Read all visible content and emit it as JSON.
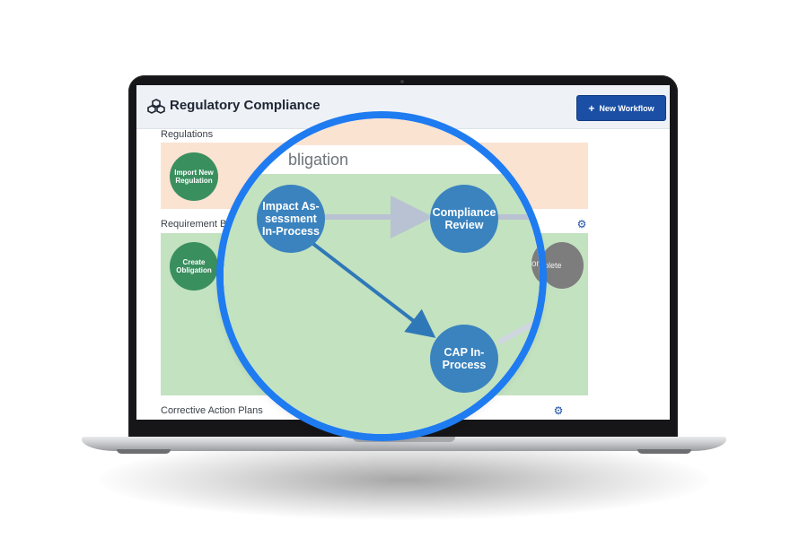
{
  "app": {
    "title": "Regulatory Compliance",
    "new_workflow_label": "New Workflow"
  },
  "sections": {
    "regulations": "Regulations",
    "requirement": "Requirement Bre",
    "corrective": "Corrective Action Plans"
  },
  "nodes": {
    "import_regulation": "Import New Regulation",
    "create_obligation": "Create Obligation",
    "complete_partial": "plete"
  },
  "magnifier": {
    "lane_title": "bligation",
    "impact": "Impact As-sessment In-Process",
    "compliance_review": "Compliance Review",
    "cap": "CAP In-Process",
    "complete_partial": "omplete"
  },
  "colors": {
    "accent": "#1a4fa5",
    "ring": "#1f7bf0",
    "node_blue": "#3a83bf",
    "node_green": "#3a8f5f",
    "lane_green": "#c3e2c0",
    "lane_orange": "#fbe3d2"
  },
  "icons": {
    "logo": "cubes-icon",
    "plus": "plus-icon",
    "gear": "gear-icon"
  }
}
